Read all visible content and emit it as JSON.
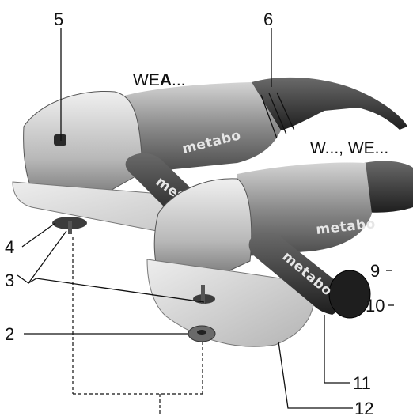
{
  "labels": {
    "c2": "2",
    "c3": "3",
    "c4": "4",
    "c5": "5",
    "c6": "6",
    "c9": "9",
    "c10": "10",
    "c11": "11",
    "c12": "12"
  },
  "models": {
    "top": "WE",
    "top_bold": "A",
    "top_suffix": "...",
    "bottom": "W..., WE..."
  },
  "brand": {
    "logo1": "metabo",
    "logo2": "metabo",
    "logo3": "metabo",
    "logo4": "metabo"
  }
}
